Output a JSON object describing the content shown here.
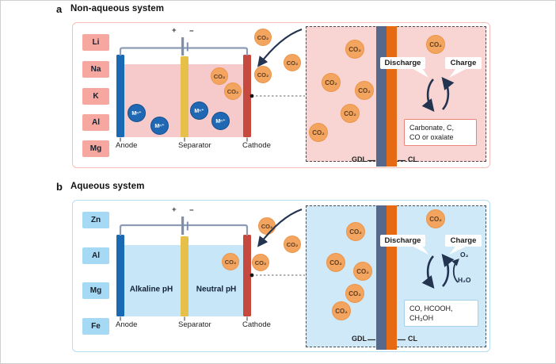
{
  "figure": {
    "co2": "CO₂",
    "panel_a": {
      "letter": "a",
      "title": "Non-aqueous system",
      "metals": [
        "Li",
        "Na",
        "K",
        "Al",
        "Mg"
      ],
      "anode_label": "Anode",
      "separator_label": "Separator",
      "cathode_label": "Cathode",
      "plus": "+",
      "minus": "−",
      "ion": "Mⁿ⁺",
      "inset": {
        "discharge": "Discharge",
        "charge": "Charge",
        "products_line1": "Carbonate, C,",
        "products_line2": "CO or oxalate",
        "gdl": "GDL",
        "cl": "CL"
      }
    },
    "panel_b": {
      "letter": "b",
      "title": "Aqueous system",
      "metals": [
        "Zn",
        "Al",
        "Mg",
        "Fe"
      ],
      "anode_label": "Anode",
      "separator_label": "Separator",
      "cathode_label": "Cathode",
      "plus": "+",
      "minus": "−",
      "alkaline_label": "Alkaline pH",
      "neutral_label": "Neutral pH",
      "inset": {
        "discharge": "Discharge",
        "charge": "Charge",
        "o2": "O₂",
        "h2o": "H₂O",
        "products_line1": "CO, HCOOH,",
        "products_line2": "CH₃OH",
        "gdl": "GDL",
        "cl": "CL"
      }
    },
    "colors": {
      "salmon_metal_box": "#f5a7a0",
      "pink_electrolyte": "#f6caca",
      "pink_inset": "#f8d5d2",
      "blue_metal_box": "#a6d9f3",
      "blue_electrolyte": "#c7e6f8",
      "blue_inset": "#cfe9f9",
      "anode": "#1a69b4",
      "separator": "#e7c04a",
      "cathode": "#c6493f",
      "gdl_bar": "#56688b",
      "cl_bar": "#e66a13",
      "co2_fill": "#f3a55f",
      "ion_fill": "#2068b3",
      "arrow_navy": "#22344f"
    }
  }
}
